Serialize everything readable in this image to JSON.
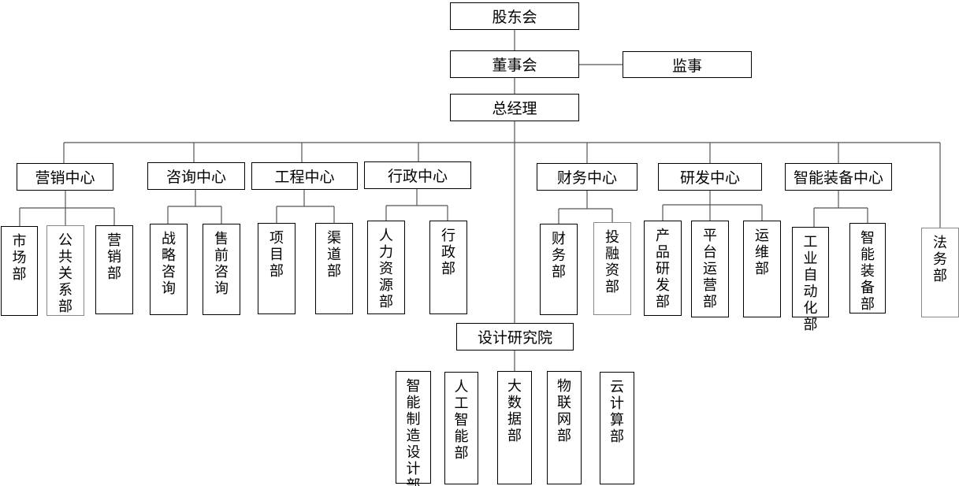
{
  "chart_data": {
    "type": "org-chart",
    "root": {
      "label": "股东会",
      "children": [
        {
          "label": "董事会",
          "side_node": "监事",
          "children": [
            {
              "label": "总经理",
              "children": [
                {
                  "label": "营销中心",
                  "children": [
                    "市场部",
                    "公共关系部",
                    "营销部"
                  ]
                },
                {
                  "label": "咨询中心",
                  "children": [
                    "战略咨询",
                    "售前咨询"
                  ]
                },
                {
                  "label": "工程中心",
                  "children": [
                    "项目部",
                    "渠道部"
                  ]
                },
                {
                  "label": "行政中心",
                  "children": [
                    "人力资源部",
                    "行政部"
                  ]
                },
                {
                  "label": "设计研究院",
                  "children": [
                    "智能制造设计部",
                    "人工智能部",
                    "大数据部",
                    "物联网部",
                    "云计算部"
                  ]
                },
                {
                  "label": "财务中心",
                  "children": [
                    "财务部",
                    "投融资部"
                  ]
                },
                {
                  "label": "研发中心",
                  "children": [
                    "产品研发部",
                    "平台运营部",
                    "运维部"
                  ]
                },
                {
                  "label": "智能装备中心",
                  "children": [
                    "工业自动化部",
                    "智能装备部"
                  ]
                },
                {
                  "label": "法务部",
                  "children": []
                }
              ]
            }
          ]
        }
      ]
    }
  },
  "nodes": {
    "shareholders": "股东会",
    "board": "董事会",
    "supervisor": "监事",
    "gm": "总经理",
    "marketing_center": "营销中心",
    "consulting_center": "咨询中心",
    "engineering_center": "工程中心",
    "admin_center": "行政中心",
    "finance_center": "财务中心",
    "rd_center": "研发中心",
    "smart_equipment_center": "智能装备中心",
    "legal": "法务部",
    "design_institute": "设计研究院",
    "market_dept": "市场部",
    "pr_dept": "公共关系部",
    "sales_dept": "营销部",
    "strategy_consulting": "战略咨询",
    "presales_consulting": "售前咨询",
    "project_dept": "项目部",
    "channel_dept": "渠道部",
    "hr_dept": "人力资源部",
    "admin_dept": "行政部",
    "finance_dept": "财务部",
    "investment_dept": "投融资部",
    "product_rd_dept": "产品研发部",
    "platform_ops_dept": "平台运营部",
    "ops_dept": "运维部",
    "automation_dept": "工业自动化部",
    "smart_equipment_dept": "智能装备部",
    "smart_mfg_design_dept": "智能制造设计部",
    "ai_dept": "人工智能部",
    "bigdata_dept": "大数据部",
    "iot_dept": "物联网部",
    "cloud_dept": "云计算部"
  }
}
